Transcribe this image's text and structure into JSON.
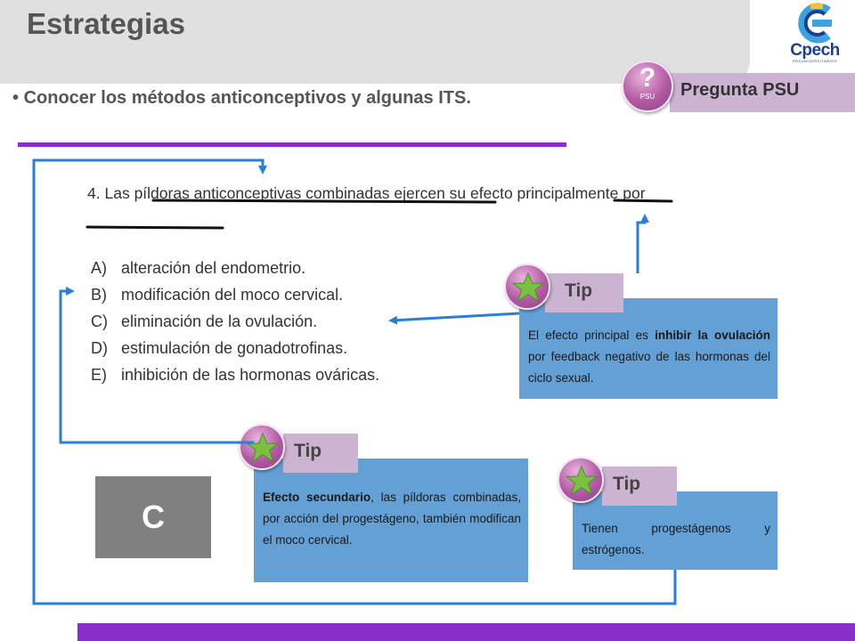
{
  "header": {
    "title": "Estrategias",
    "logo_text": "Cpech",
    "logo_subtext": "PREUNIVERSITARIOS"
  },
  "psu_tab": {
    "label": "Pregunta PSU",
    "badge_symbol": "?",
    "badge_text": "PSU",
    "icon": "question-badge-icon"
  },
  "objective": {
    "bullet": "•",
    "text": "Conocer los métodos anticonceptivos y algunas ITS."
  },
  "question": {
    "number": "4.",
    "text_parts": [
      "Las ",
      "píldoras anticonceptivas combinadas",
      " ejercen su ",
      "efecto principalmente",
      " por"
    ],
    "options": [
      {
        "letter": "A)",
        "text": "alteración del endometrio."
      },
      {
        "letter": "B)",
        "text": "modificación del moco cervical."
      },
      {
        "letter": "C)",
        "text": "eliminación de la ovulación."
      },
      {
        "letter": "D)",
        "text": "estimulación de gonadotrofinas."
      },
      {
        "letter": "E)",
        "text": "inhibición de las hormonas ováricas."
      }
    ]
  },
  "tips": [
    {
      "label": "Tip",
      "icon": "star-icon",
      "parts": [
        "El efecto principal es ",
        "inhibir la ovulación",
        " por feedback negativo de las hormonas del ciclo sexual."
      ]
    },
    {
      "label": "Tip",
      "icon": "star-icon",
      "parts": [
        "Efecto secundario",
        ", las píldoras combinadas, por acción del progestágeno, también modifican el moco cervical."
      ]
    },
    {
      "label": "Tip",
      "icon": "star-icon",
      "parts": [
        "Tienen progestágenos y estrógenos."
      ]
    }
  ],
  "answer": "C",
  "colors": {
    "purple_bar": "#8a2ec9",
    "tip_box": "#62a0d6",
    "tab_lilac": "#ccb3d2",
    "arrow_blue": "#2a7fd4",
    "underline": "#111111"
  }
}
